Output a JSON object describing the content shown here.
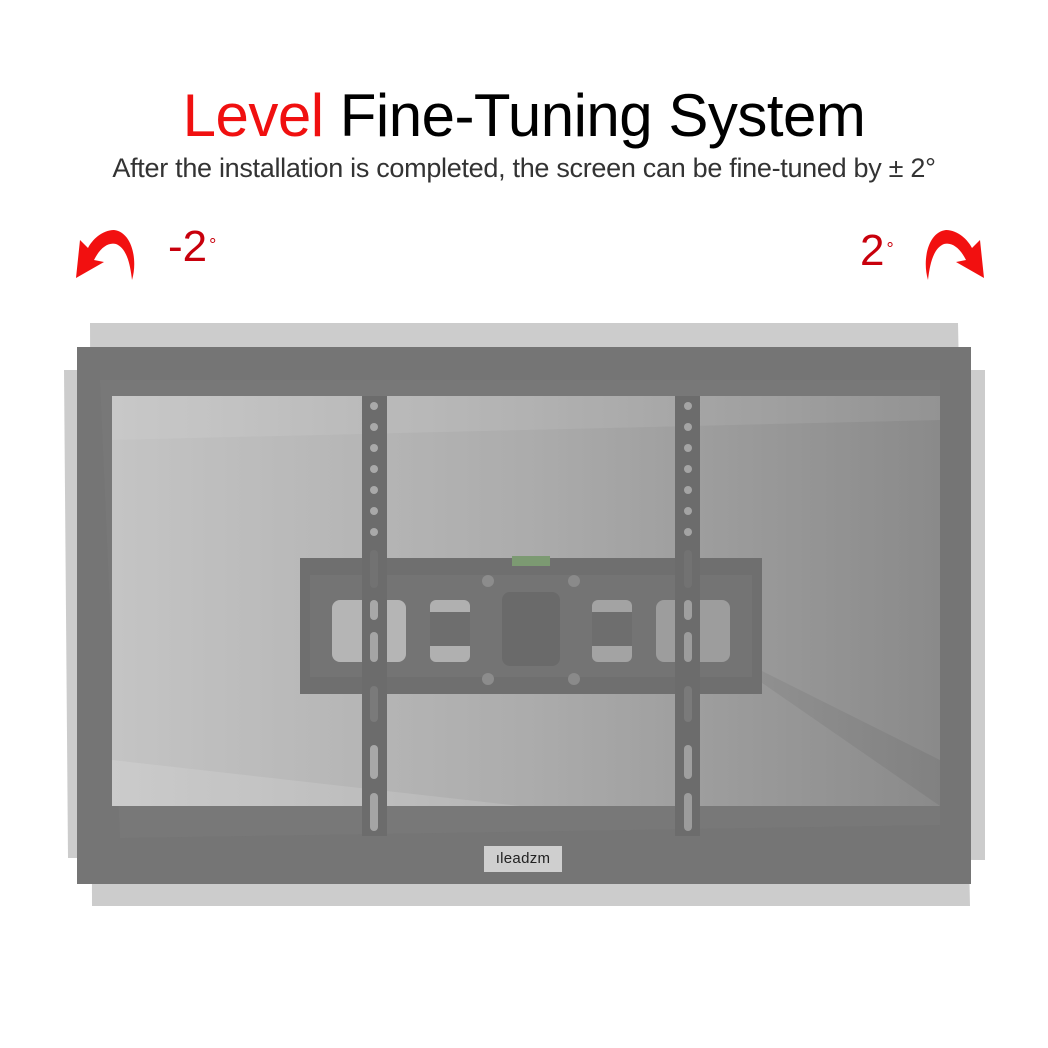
{
  "header": {
    "title_accent": "Level",
    "title_rest": " Fine-Tuning System",
    "subtitle": "After the installation is completed, the screen can be fine-tuned by ± 2°"
  },
  "rotation": {
    "left_label": "-2",
    "right_label": "2",
    "degree_symbol": "°",
    "left_icon": "rotate-counterclockwise-arrow",
    "right_icon": "rotate-clockwise-arrow"
  },
  "product": {
    "brand_label": "ıleadzm",
    "level_indicator": "bubble-level"
  },
  "colors": {
    "accent_red": "#f01010",
    "degree_red": "#c8000c",
    "frame_dark": "#6e6e6e",
    "frame_light": "#c2c2c2",
    "bracket": "#6a6a6a",
    "bubble_green": "#7c9a72"
  }
}
